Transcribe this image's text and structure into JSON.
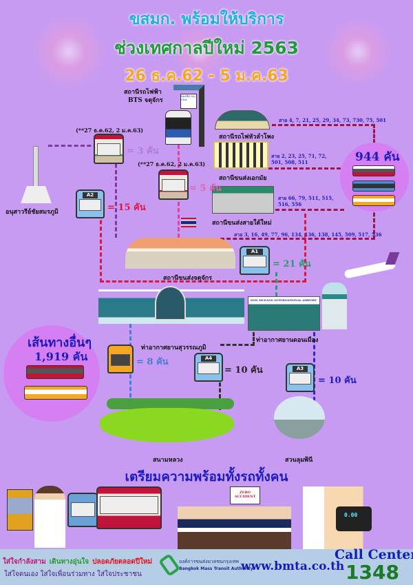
{
  "header": {
    "line1": "ขสมก. พร้อมให้บริการ",
    "line2": "ช่วงเทศกาลปีใหม่ 2563",
    "line3": "26 ธ.ค.62 - 5 ม.ค.63"
  },
  "locations": {
    "bts": "สถานีรถไฟฟ้า",
    "bts2": "BTS จตุจักร",
    "bts_sign": "หมอชิต Mo Chit",
    "hualamphong": "สถานีรถไฟหัวลำโพง",
    "ekkamai": "สถานีขนส่งเอกมัย",
    "southern": "สถานีขนส่งสายใต้ใหม่",
    "monument": "อนุสาวรีย์ชัยสมรภูมิ",
    "chatuchak": "สถานีขนส่งจตุจักร",
    "suvarnabhumi": "ท่าอากาศยานสุวรรณภูมิ",
    "donmueang": "ท่าอากาศยานดอนเมือง",
    "donmueang_sign": "DON MUEANG INTERNATIONAL AIRPORT",
    "sanamluang": "สนามหลวง",
    "lumphini": "สวนลุมพินี"
  },
  "routes": {
    "hualamphong": "สาย 4, 7, 21, 25, 29, 34, 73, 730, 75, 501",
    "ekkamai": "สาย 2, 23, 25, 71, 72, 501, 508, 511",
    "southern": "สาย 66, 79, 511, 515, 516, 556",
    "chatuchak": "สาย 3, 16, 49, 77, 96, 134, 136, 138, 145, 509, 517, 536"
  },
  "buses": {
    "note1": "(**27 ธ.ค.62, 2 ม.ค.63)",
    "count1": "= 3 คัน",
    "note2": "(**27 ธ.ค.62,  2 ม.ค.63)",
    "count2": "= 5 คัน",
    "a2_sign": "A2",
    "a2_count": "= 15 คัน",
    "a1_sign": "A1",
    "a1_count": "= 21 คัน",
    "orange_count": "= 8 คัน",
    "a4_sign": "A4",
    "a4_count": "= 10 คัน",
    "a3_sign": "A3",
    "a3_count": "= 10 คัน"
  },
  "totals": {
    "main": "944 คัน",
    "other_label": "เส้นทางอื่นๆ",
    "other_count": "1,919 คัน"
  },
  "readiness": {
    "heading": "เตรียมความพร้อมทั้งรถทั้งคน",
    "sign": "ZERO ACCIDENT",
    "meter": "0.00"
  },
  "footer": {
    "slogan1a": "ใส่ใจกำลังสาม",
    "slogan1b": "เดินทางอุ่นใจ",
    "slogan1c": "ปลอดภัยตลอดปีใหม่",
    "slogan2": "ใส่ใจตนเอง ใส่ใจเพื่อนร่วมทาง ใส่ใจประชาชน",
    "org_th": "องค์การขนส่งมวลชนกรุงเทพ",
    "org_en": "Bangkok Mass Transit Authority",
    "website": "www.bmta.co.th",
    "call_label": "Call Center",
    "call_number": "1348"
  },
  "colors": {
    "bg": "#c89bf2",
    "red_route": "#c0143c",
    "footer": "#b6cde6"
  }
}
